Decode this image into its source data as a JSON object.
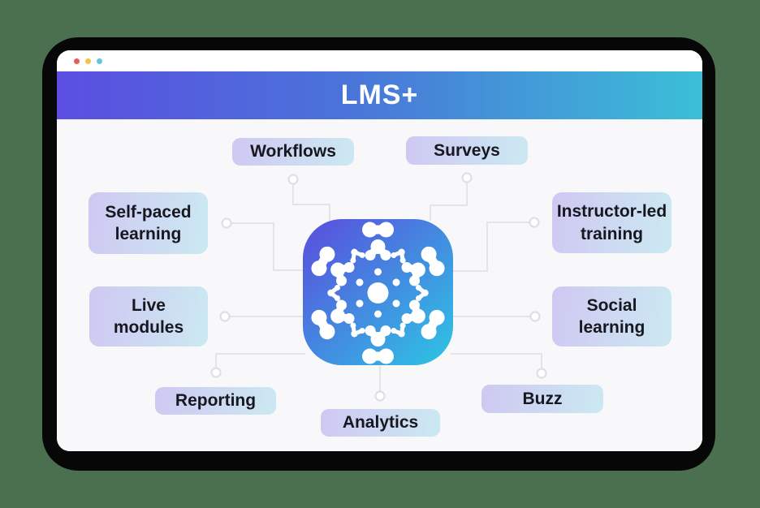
{
  "page": {
    "background_color": "#4a7050"
  },
  "window": {
    "traffic_lights": [
      {
        "name": "red-dot",
        "color": "#e2605b"
      },
      {
        "name": "yellow-dot",
        "color": "#f0c64a"
      },
      {
        "name": "blue-dot",
        "color": "#62c4df"
      }
    ],
    "header": {
      "title": "LMS+",
      "gradient": [
        "#5b4ee1",
        "#3bbfd7"
      ],
      "text_color": "#ffffff"
    }
  },
  "diagram": {
    "center_icon": {
      "name": "lms-molecule-app-icon",
      "gradient": [
        "#5a4cdd",
        "#2dc6e4"
      ],
      "glyph_color": "#ffffff"
    },
    "node_style": {
      "gradient": [
        "#cfc8f2",
        "#cbe9f2"
      ],
      "text_color": "#17171f"
    },
    "connector_color": "#e4e4e8",
    "nodes": [
      {
        "id": "workflows",
        "label": "Workflows"
      },
      {
        "id": "surveys",
        "label": "Surveys"
      },
      {
        "id": "self-paced-learning",
        "label": "Self-paced\nlearning"
      },
      {
        "id": "instructor-led-training",
        "label": "Instructor-led\ntraining"
      },
      {
        "id": "live-modules",
        "label": "Live\nmodules"
      },
      {
        "id": "social-learning",
        "label": "Social\nlearning"
      },
      {
        "id": "reporting",
        "label": "Reporting"
      },
      {
        "id": "buzz",
        "label": "Buzz"
      },
      {
        "id": "analytics",
        "label": "Analytics"
      }
    ]
  }
}
